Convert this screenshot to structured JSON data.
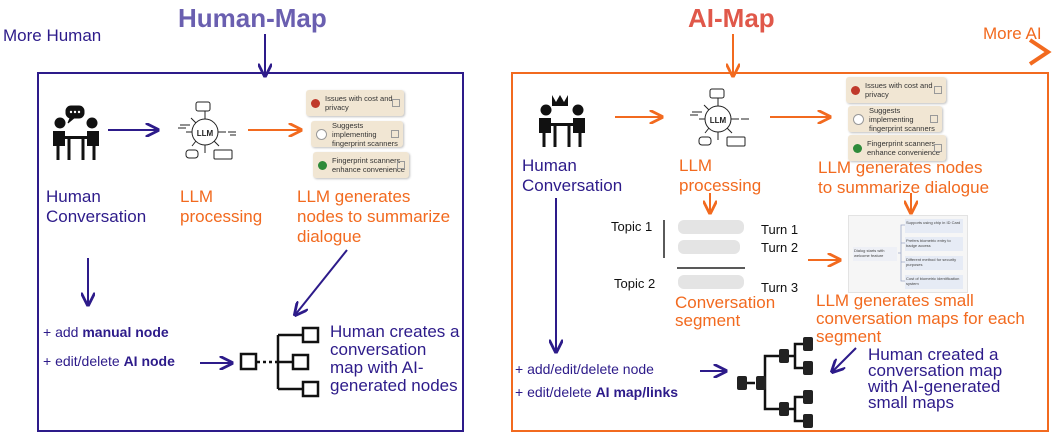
{
  "header": {
    "human_map_title": "Human-Map",
    "ai_map_title": "AI-Map",
    "more_human": "More Human",
    "more_ai": "More AI"
  },
  "human_panel": {
    "conversation_label": [
      "Human",
      "Conversation"
    ],
    "llm_label": [
      "LLM",
      "processing"
    ],
    "generates_label": [
      "LLM generates",
      "nodes to summarize",
      "dialogue"
    ],
    "add_prefix": "+ add ",
    "add_bold": "manual node",
    "edit_prefix": "+ edit/delete ",
    "edit_bold": "AI node",
    "creates_label": [
      "Human creates a",
      "conversation",
      "map with AI-",
      "generated nodes"
    ]
  },
  "ai_panel": {
    "conversation_label": [
      "Human",
      "Conversation"
    ],
    "llm_label": [
      "LLM",
      "processing"
    ],
    "generates_label": [
      "LLM generates nodes",
      "to summarize dialogue"
    ],
    "topic1": "Topic 1",
    "topic2": "Topic 2",
    "turn1": "Turn 1",
    "turn2": "Turn 2",
    "turn3": "Turn 3",
    "segment_label": [
      "Conversation",
      "segment"
    ],
    "small_maps_label": [
      "LLM generates small",
      "conversation maps for each",
      "segment"
    ],
    "add_label": "+ add/edit/delete node",
    "edit_prefix": "+ edit/delete ",
    "edit_bold": "AI map/links",
    "created_label": [
      "Human created a",
      "conversation map",
      "with AI-generated",
      "small maps"
    ]
  },
  "cards": {
    "card1": "Issues with cost and privacy",
    "card2": "Suggests implementing fingerprint scanners",
    "card3": "Fingerprint scanners enhance convenience"
  },
  "mini_map": {
    "root": "Dialog starts with welcome feature",
    "nodes": [
      "Supports using chip in ID Card",
      "Prefers biometric entry to badge access",
      "Different method for security purposes",
      "Cost of biometric identification system"
    ]
  },
  "colors": {
    "purple": "#2d1b8a",
    "orange": "#f26a1f",
    "human_title": "#6a5fb0",
    "ai_title": "#e0584a",
    "card_bg": "#f1e6d3"
  }
}
